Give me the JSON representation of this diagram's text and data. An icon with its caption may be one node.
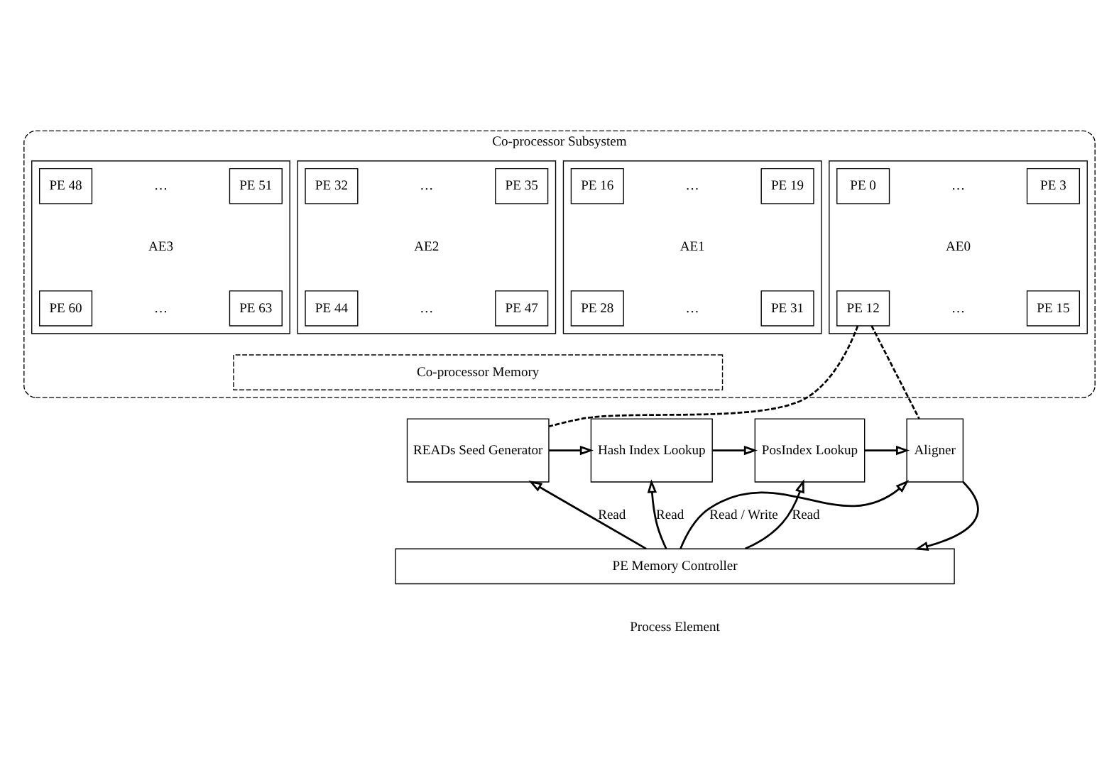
{
  "diagram": {
    "nodes": [
      {
        "text": [
          "Co-processor Subsystem"
        ]
      },
      {
        "text": [
          "…",
          "AE0",
          "…"
        ],
        "in": 0
      },
      {
        "text": [
          "PE 0"
        ],
        "in": 1
      },
      {
        "text": [
          "PE 3"
        ],
        "in": 1
      },
      {
        "text": [
          "PE 12"
        ],
        "in": 1
      },
      {
        "text": [
          "PE 15"
        ],
        "in": 1
      },
      {
        "text": [
          "…",
          "AE1",
          "…"
        ],
        "in": 0
      },
      {
        "text": [
          "PE 16"
        ],
        "in": 6
      },
      {
        "text": [
          "PE 19"
        ],
        "in": 6
      },
      {
        "text": [
          "PE 28"
        ],
        "in": 6
      },
      {
        "text": [
          "PE 31"
        ],
        "in": 6
      },
      {
        "text": [
          "…",
          "AE2",
          "…"
        ],
        "in": 0
      },
      {
        "text": [
          "PE 32"
        ],
        "in": 11
      },
      {
        "text": [
          "PE 35"
        ],
        "in": 11
      },
      {
        "text": [
          "PE 44"
        ],
        "in": 11
      },
      {
        "text": [
          "PE 47"
        ],
        "in": 11
      },
      {
        "text": [
          "…",
          "AE3",
          "…"
        ],
        "in": 0
      },
      {
        "text": [
          "PE 48"
        ],
        "in": 16
      },
      {
        "text": [
          "PE 51"
        ],
        "in": 16
      },
      {
        "text": [
          "PE 60"
        ],
        "in": 16
      },
      {
        "text": [
          "PE 63"
        ],
        "in": 16
      },
      {
        "text": [
          "Co-processor Memory"
        ],
        "in": 0
      },
      {
        "text": [
          "READs Seed Generator"
        ]
      },
      {
        "text": [
          "Hash Index Lookup"
        ]
      },
      {
        "text": [
          "PosIndex Lookup"
        ]
      },
      {
        "text": [
          "Aligner"
        ]
      },
      {
        "text": [
          "PE Memory Controller"
        ]
      }
    ],
    "labels": [
      "Process Element"
    ],
    "edges": [
      {
        "from": 4,
        "to": 22,
        "arrow": "none",
        "style": "dashed"
      },
      {
        "from": 4,
        "to": 25,
        "arrow": "none",
        "style": "dashed"
      },
      {
        "from": 22,
        "to": 23,
        "arrow": "to"
      },
      {
        "from": 23,
        "to": 24,
        "arrow": "to"
      },
      {
        "from": 24,
        "to": 25,
        "arrow": "to"
      },
      {
        "from": 26,
        "to": 22,
        "arrow": "to",
        "label": "Read"
      },
      {
        "from": 26,
        "to": 23,
        "arrow": "to",
        "label": "Read"
      },
      {
        "from": 26,
        "to": 24,
        "arrow": "to",
        "label": "Read"
      },
      {
        "from": 26,
        "to": 25,
        "arrow": "to",
        "label": "Read / Write"
      },
      {
        "from": 25,
        "to": 26,
        "arrow": "to"
      }
    ]
  }
}
